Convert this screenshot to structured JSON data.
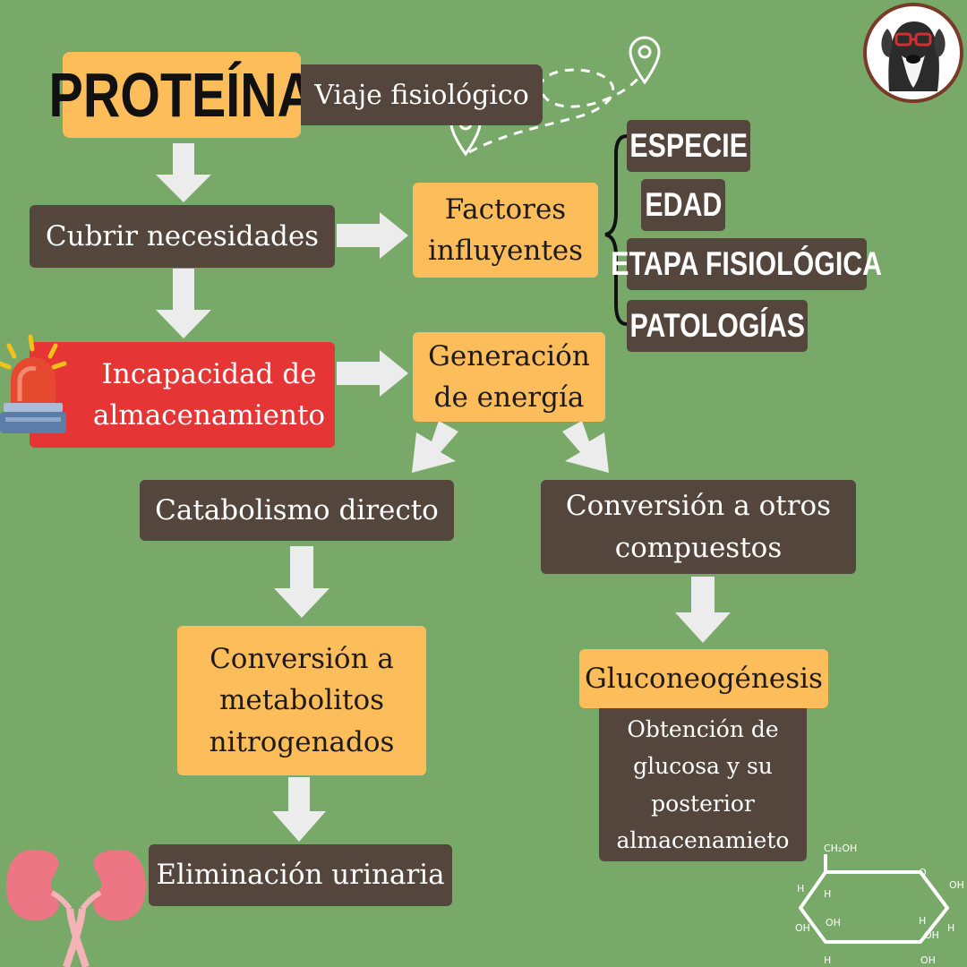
{
  "title": "PROTEÍNA",
  "subtitle": "Viaje fisiológico",
  "nodes": {
    "cubrir": "Cubrir necesidades",
    "factores": [
      "Factores",
      "influyentes"
    ],
    "incapacidad": [
      "Incapacidad de",
      "almacenamiento"
    ],
    "generacion": [
      "Generación",
      "de energía"
    ],
    "catabolismo": "Catabolismo directo",
    "conversion_otros": [
      "Conversión a otros",
      "compuestos"
    ],
    "conversion_metabolitos": [
      "Conversión a",
      "metabolitos",
      "nitrogenados"
    ],
    "gluconeogenesis": "Gluconeogénesis",
    "obtencion": [
      "Obtención de",
      "glucosa y su",
      "posterior",
      "almacenamieto"
    ],
    "eliminacion": "Eliminación urinaria"
  },
  "factors": [
    "ESPECIE",
    "EDAD",
    "ETAPA FISIOLÓGICA",
    "PATOLOGÍAS"
  ],
  "glucose_labels": {
    "ch2oh": "CH₂OH",
    "o": "O",
    "oh": "OH",
    "h": "H"
  },
  "colors": {
    "background": "#78a968",
    "dark_box": "#54463c",
    "yellow_box": "#fdbd5a",
    "red_box": "#e53535",
    "arrow": "#ececec"
  },
  "icons": [
    "location-pin-icon",
    "dog-avatar-icon",
    "alarm-siren-icon",
    "kidneys-icon",
    "glucose-molecule-icon"
  ]
}
